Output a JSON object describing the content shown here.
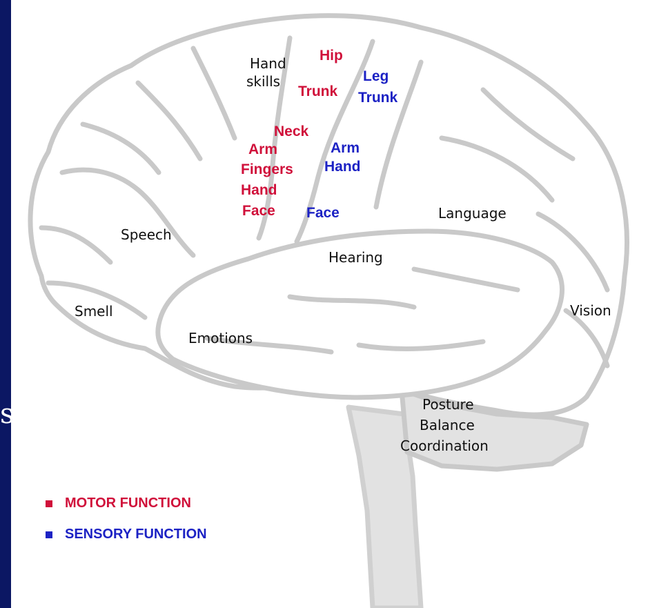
{
  "colors": {
    "background": "#0b1763",
    "motor": "#d0103a",
    "sensory": "#1c22c4",
    "brain_outline": "#c9c9c9",
    "brainstem_fill": "#e2e2e2"
  },
  "edge_glyph": "s",
  "labels": {
    "hand_skills_1": "Hand",
    "hand_skills_2": "skills",
    "speech": "Speech",
    "smell": "Smell",
    "emotions": "Emotions",
    "hearing": "Hearing",
    "language": "Language",
    "vision": "Vision",
    "posture": "Posture",
    "balance": "Balance",
    "coordination": "Coordination"
  },
  "motor_labels": {
    "hip": "Hip",
    "trunk": "Trunk",
    "neck": "Neck",
    "arm": "Arm",
    "fingers": "Fingers",
    "hand": "Hand",
    "face": "Face"
  },
  "sensory_labels": {
    "leg": "Leg",
    "trunk": "Trunk",
    "arm": "Arm",
    "hand": "Hand",
    "face": "Face"
  },
  "legend": {
    "motor": "MOTOR FUNCTION",
    "sensory": "SENSORY FUNCTION"
  }
}
